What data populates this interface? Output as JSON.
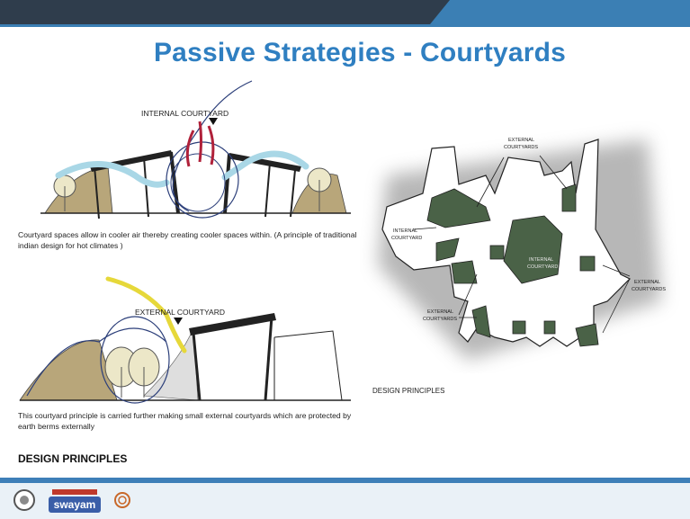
{
  "slide": {
    "title": "Passive Strategies - Courtyards",
    "top_section": {
      "label": "INTERNAL COURTYARD",
      "caption_line1": "Courtyard spaces allow in cooler air thereby creating cooler spaces within. (A principle of traditional",
      "caption_line2": "indian design for hot climates )"
    },
    "bottom_section": {
      "label": "EXTERNAL COURTYARD",
      "caption_line1": "This courtyard principle is carried further making small external courtyards which are protected by",
      "caption_line2": "earth berms externally"
    },
    "design_principles_left": "DESIGN PRINCIPLES",
    "plan": {
      "label_external_top_1": "EXTERNAL",
      "label_external_top_2": "COURTYARDS",
      "label_internal_left_1": "INTERNAL",
      "label_internal_left_2": "COURTYARD",
      "label_internal_center_1": "INTERNAL",
      "label_internal_center_2": "COURTYARD",
      "label_external_right_1": "EXTERNAL",
      "label_external_right_2": "COURTYARDS",
      "label_external_bottom_1": "EXTERNAL",
      "label_external_bottom_2": "COURTYARDS",
      "design_principles": "DESIGN PRINCIPLES"
    },
    "footer": {
      "logo_text": "swayam"
    }
  },
  "colors": {
    "title_blue": "#2f7fc1",
    "header_dark": "#2f3d4c",
    "accent_blue": "#3b7fb4",
    "courtyard_green": "#4a6247",
    "earth_berm": "#b8a67a"
  }
}
